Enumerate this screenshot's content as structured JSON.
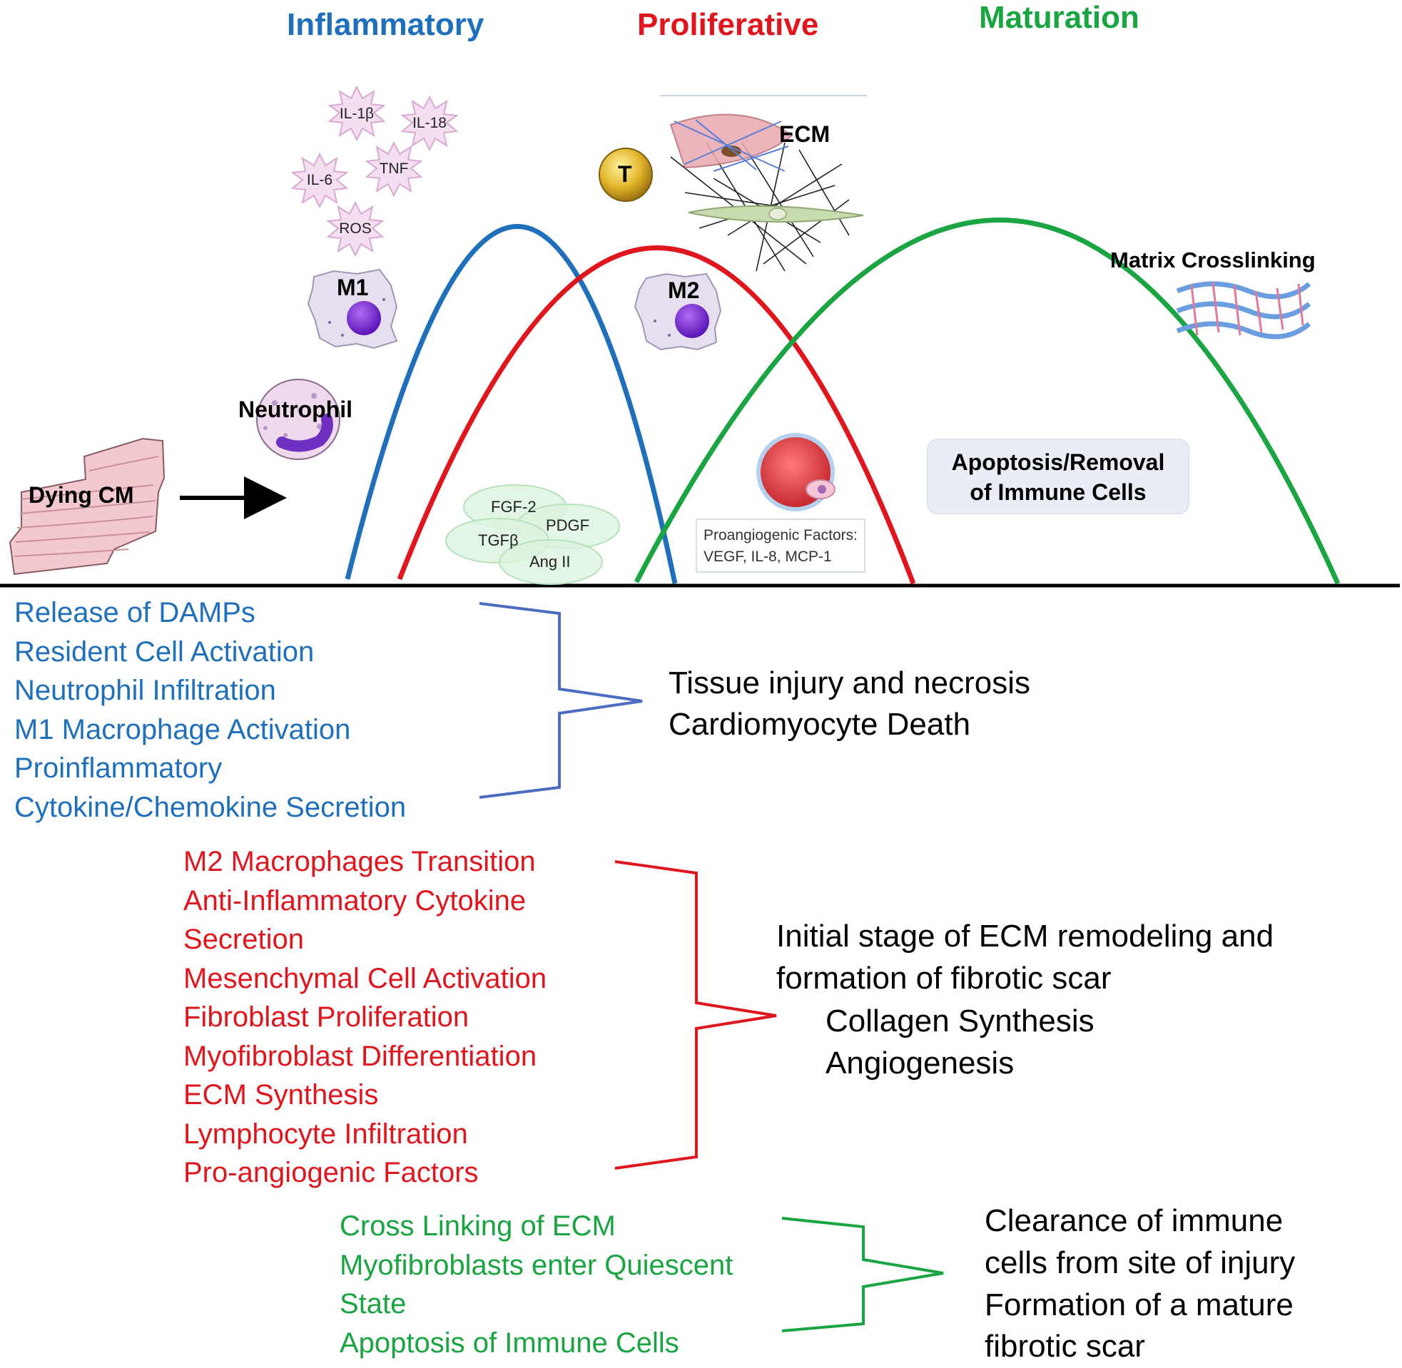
{
  "phases": {
    "inflammatory": "Inflammatory",
    "proliferative": "Proliferative",
    "maturation": "Maturation"
  },
  "colors": {
    "inflammatory": "#1f6fba",
    "proliferative": "#e0161e",
    "maturation": "#1aa542"
  },
  "cytokines": [
    "IL-1β",
    "IL-18",
    "TNF",
    "IL-6",
    "ROS"
  ],
  "cells": {
    "m1": "M1",
    "m2": "M2",
    "t_cell": "T",
    "neutrophil": "Neutrophil",
    "dying_cm": "Dying CM",
    "ecm": "ECM",
    "matrix_crosslinking": "Matrix Crosslinking",
    "apoptosis_line1": "Apoptosis/Removal",
    "apoptosis_line2": "of Immune Cells"
  },
  "growth_factors": [
    "FGF-2",
    "PDGF",
    "TGFβ",
    "Ang II"
  ],
  "proangiogenic": {
    "line1": "Proangiogenic Factors:",
    "line2": "VEGF, IL-8, MCP-1"
  },
  "inflammatory_events": [
    "Release of DAMPs",
    "Resident Cell Activation",
    "Neutrophil Infiltration",
    "M1 Macrophage Activation",
    "Proinflammatory",
    "Cytokine/Chemokine Secretion"
  ],
  "inflammatory_outcome": [
    "Tissue injury and necrosis",
    "Cardiomyocyte Death"
  ],
  "proliferative_events": [
    "M2 Macrophages Transition",
    "Anti-Inflammatory Cytokine",
    "Secretion",
    "Mesenchymal Cell Activation",
    "Fibroblast Proliferation",
    "Myofibroblast Differentiation",
    "ECM Synthesis",
    "Lymphocyte Infiltration",
    "Pro-angiogenic Factors"
  ],
  "proliferative_outcome": {
    "line1": "Initial stage of ECM remodeling and",
    "line2": "formation of fibrotic scar",
    "line3": "Collagen Synthesis",
    "line4": "Angiogenesis"
  },
  "maturation_events": [
    "Cross Linking of ECM",
    "Myofibroblasts enter Quiescent",
    "State",
    "Apoptosis of Immune Cells"
  ],
  "maturation_outcome": [
    "Clearance of immune",
    "cells from site of injury",
    "Formation of a mature",
    "fibrotic scar"
  ]
}
